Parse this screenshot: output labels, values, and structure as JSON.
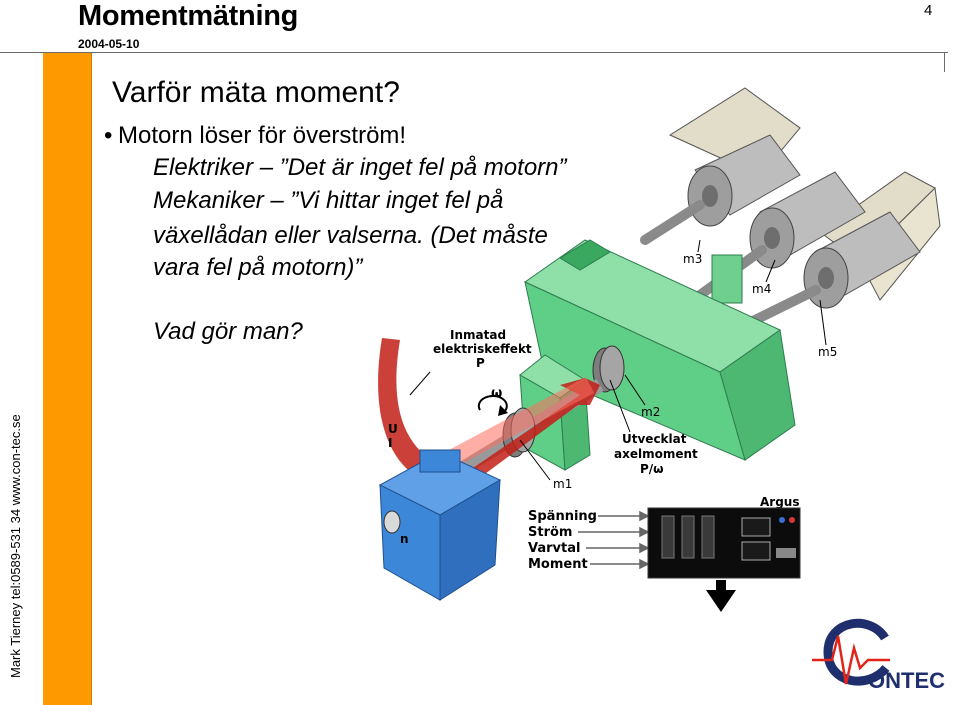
{
  "header": {
    "title": "Momentmätning",
    "date": "2004-05-10",
    "page_number": "4"
  },
  "sidebar": {
    "vertical_text": "Mark Tierney tel:0589-531 34   www.con-tec.se"
  },
  "content": {
    "heading": "Varför mäta moment?",
    "bullet": "Motorn löser för överström!",
    "lines": [
      "Elektriker – ”Det är inget fel på motorn”",
      "Mekaniker – ”Vi hittar inget fel på",
      "växellådan eller valserna. (Det måste",
      "vara fel på motorn)”",
      "Vad gör man?"
    ]
  },
  "diagram": {
    "labels": {
      "input_power": [
        "Inmatad",
        "elektriskeffekt",
        "P"
      ],
      "omega": "ω",
      "u": "U",
      "i": "I",
      "n": "n",
      "m1": "m1",
      "m2": "m2",
      "m3": "m3",
      "m4": "m4",
      "m5": "m5",
      "torque": [
        "Utvecklat",
        "axelmoment",
        "P/ω"
      ],
      "argus": "Argus",
      "signals": [
        "Spänning",
        "Ström",
        "Varvtal",
        "Moment"
      ]
    }
  },
  "logo": {
    "text": "ONTEC",
    "colors": {
      "red": "#e3241b",
      "navy": "#1f2f6e"
    }
  }
}
